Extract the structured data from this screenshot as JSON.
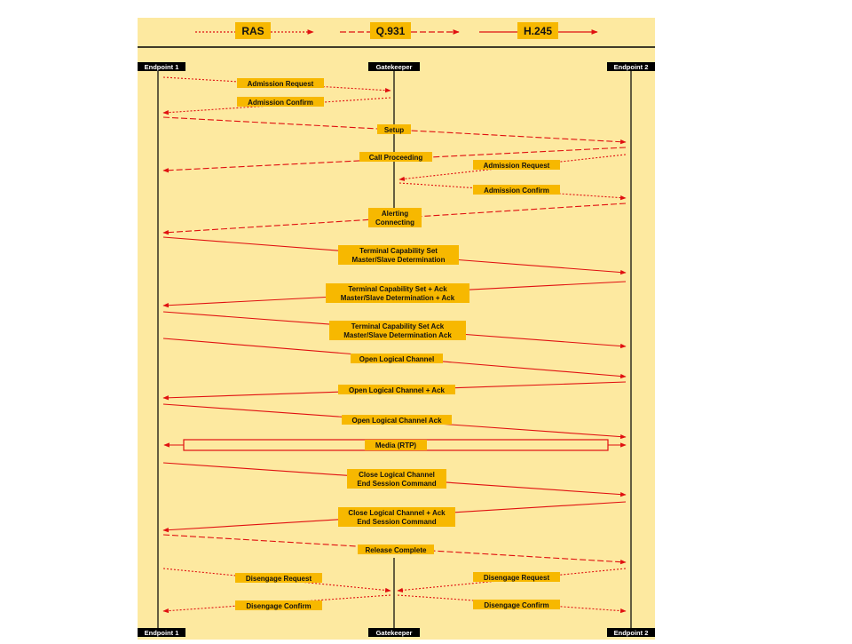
{
  "legend": {
    "ras": "RAS",
    "q931": "Q.931",
    "h245": "H.245"
  },
  "participants": {
    "endpoint1": "Endpoint 1",
    "gatekeeper": "Gatekeeper",
    "endpoint2": "Endpoint 2"
  },
  "messages": [
    {
      "id": "admission-request-1",
      "lines": [
        "Admission Request"
      ],
      "protocol": "RAS"
    },
    {
      "id": "admission-confirm-1",
      "lines": [
        "Admission Confirm"
      ],
      "protocol": "RAS"
    },
    {
      "id": "setup",
      "lines": [
        "Setup"
      ],
      "protocol": "Q.931"
    },
    {
      "id": "call-proceeding",
      "lines": [
        "Call Proceeding"
      ],
      "protocol": "Q.931"
    },
    {
      "id": "admission-request-2",
      "lines": [
        "Admission Request"
      ],
      "protocol": "RAS"
    },
    {
      "id": "admission-confirm-2",
      "lines": [
        "Admission Confirm"
      ],
      "protocol": "RAS"
    },
    {
      "id": "alerting-connecting",
      "lines": [
        "Alerting",
        "Connecting"
      ],
      "protocol": "Q.931"
    },
    {
      "id": "tcs-msd",
      "lines": [
        "Terminal Capability Set",
        "Master/Slave Determination"
      ],
      "protocol": "H.245"
    },
    {
      "id": "tcs-msd-ack-req",
      "lines": [
        "Terminal Capability Set + Ack",
        "Master/Slave Determination + Ack"
      ],
      "protocol": "H.245"
    },
    {
      "id": "tcs-msd-ack",
      "lines": [
        "Terminal Capability Set Ack",
        "Master/Slave Determination Ack"
      ],
      "protocol": "H.245"
    },
    {
      "id": "open-logical-channel",
      "lines": [
        "Open Logical Channel"
      ],
      "protocol": "H.245"
    },
    {
      "id": "open-logical-channel-ack-req",
      "lines": [
        "Open Logical Channel + Ack"
      ],
      "protocol": "H.245"
    },
    {
      "id": "open-logical-channel-ack",
      "lines": [
        "Open Logical Channel Ack"
      ],
      "protocol": "H.245"
    },
    {
      "id": "media",
      "lines": [
        "Media (RTP)"
      ],
      "protocol": "media"
    },
    {
      "id": "close-logical-channel",
      "lines": [
        "Close Logical Channel",
        "End Session Command"
      ],
      "protocol": "H.245"
    },
    {
      "id": "close-logical-channel-ack",
      "lines": [
        "Close Logical Channel + Ack",
        "End Session Command"
      ],
      "protocol": "H.245"
    },
    {
      "id": "release-complete",
      "lines": [
        "Release Complete"
      ],
      "protocol": "Q.931"
    },
    {
      "id": "disengage-request-1",
      "lines": [
        "Disengage Request"
      ],
      "protocol": "RAS"
    },
    {
      "id": "disengage-request-2",
      "lines": [
        "Disengage Request"
      ],
      "protocol": "RAS"
    },
    {
      "id": "disengage-confirm-1",
      "lines": [
        "Disengage Confirm"
      ],
      "protocol": "RAS"
    },
    {
      "id": "disengage-confirm-2",
      "lines": [
        "Disengage Confirm"
      ],
      "protocol": "RAS"
    }
  ],
  "colors": {
    "background": "#fde9a0",
    "arrow": "#e01010",
    "label_fill": "#f7b800",
    "header_fill": "#000000",
    "header_text": "#ffffff",
    "text": "#111111"
  }
}
